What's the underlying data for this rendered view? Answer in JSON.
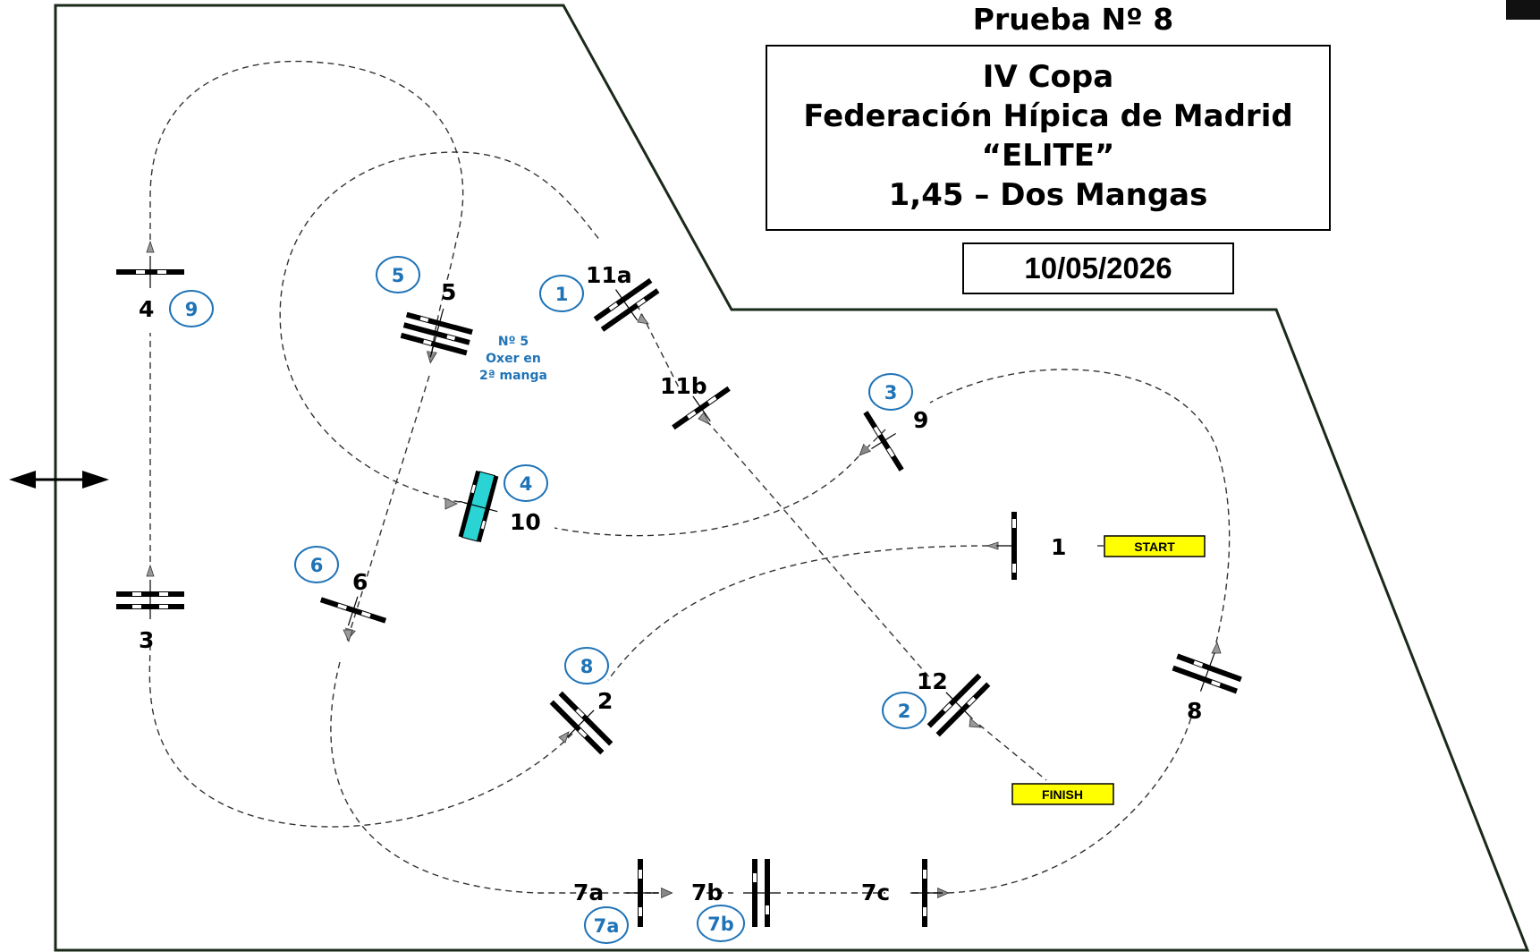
{
  "header": {
    "test_number": "Prueba Nº 8",
    "title_lines": [
      "IV Copa",
      "Federación Hípica de Madrid",
      "“ELITE”",
      "1,45 – Dos Mangas"
    ],
    "date": "10/05/2026"
  },
  "labels": {
    "start": "START",
    "finish": "FINISH",
    "note_lines": [
      "Nº 5",
      "Oxer en",
      "2ª manga"
    ]
  },
  "fence_numbers": [
    "1",
    "2",
    "3",
    "4",
    "5",
    "6",
    "7a",
    "7b",
    "7c",
    "8",
    "9",
    "10",
    "11a",
    "11b",
    "12"
  ],
  "second_round_numbers": [
    "1",
    "2",
    "3",
    "4",
    "5",
    "6",
    "7a",
    "7b",
    "8",
    "9"
  ],
  "colors": {
    "circle": "#1f73b7",
    "water_fence": "#2ad4d4",
    "flag": "#ffff00",
    "note": "#1f73b7"
  }
}
